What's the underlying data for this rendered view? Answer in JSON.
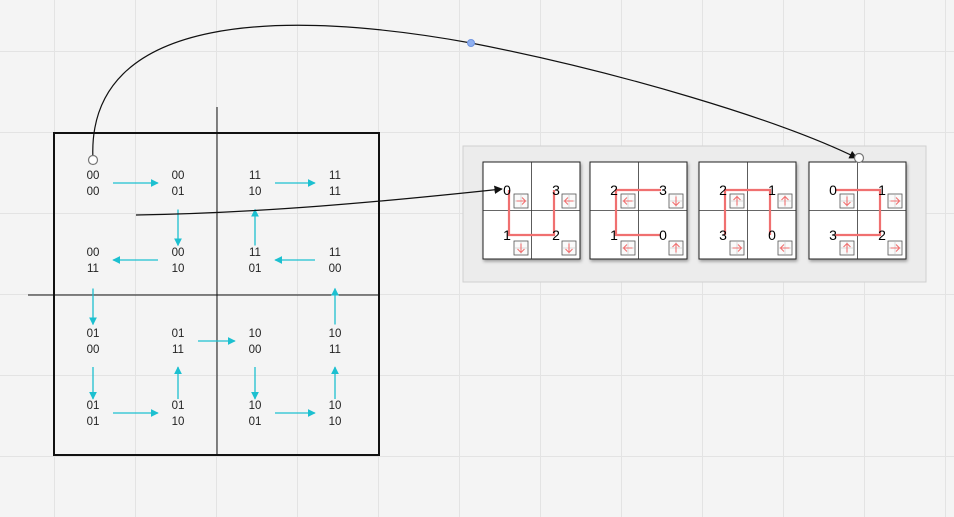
{
  "colors": {
    "arrow_teal": "#1cc0d0",
    "path_red": "#f07070",
    "frame": "#111111",
    "handle_blue": "#8fb0f0"
  },
  "grid_cells": [
    {
      "id": "c00",
      "top": "00",
      "bottom": "00"
    },
    {
      "id": "c01",
      "top": "00",
      "bottom": "01"
    },
    {
      "id": "c02",
      "top": "11",
      "bottom": "10"
    },
    {
      "id": "c03",
      "top": "11",
      "bottom": "11"
    },
    {
      "id": "c10",
      "top": "00",
      "bottom": "11"
    },
    {
      "id": "c11",
      "top": "00",
      "bottom": "10"
    },
    {
      "id": "c12",
      "top": "11",
      "bottom": "01"
    },
    {
      "id": "c13",
      "top": "11",
      "bottom": "00"
    },
    {
      "id": "c20",
      "top": "01",
      "bottom": "00"
    },
    {
      "id": "c21",
      "top": "01",
      "bottom": "11"
    },
    {
      "id": "c22",
      "top": "10",
      "bottom": "00"
    },
    {
      "id": "c23",
      "top": "10",
      "bottom": "11"
    },
    {
      "id": "c30",
      "top": "01",
      "bottom": "01"
    },
    {
      "id": "c31",
      "top": "01",
      "bottom": "10"
    },
    {
      "id": "c32",
      "top": "10",
      "bottom": "01"
    },
    {
      "id": "c33",
      "top": "10",
      "bottom": "10"
    }
  ],
  "arrows": [
    {
      "from": "c00",
      "to": "c01"
    },
    {
      "from": "c01",
      "to": "c11"
    },
    {
      "from": "c11",
      "to": "c10"
    },
    {
      "from": "c10",
      "to": "c20"
    },
    {
      "from": "c20",
      "to": "c30"
    },
    {
      "from": "c30",
      "to": "c31"
    },
    {
      "from": "c31",
      "to": "c21"
    },
    {
      "from": "c21",
      "to": "c22"
    },
    {
      "from": "c22",
      "to": "c32"
    },
    {
      "from": "c32",
      "to": "c33"
    },
    {
      "from": "c33",
      "to": "c23"
    },
    {
      "from": "c23",
      "to": "c13"
    },
    {
      "from": "c13",
      "to": "c12"
    },
    {
      "from": "c12",
      "to": "c02"
    },
    {
      "from": "c02",
      "to": "c03"
    }
  ],
  "panels": [
    {
      "id": "p1",
      "numbers": [
        "0",
        "3",
        "1",
        "2"
      ],
      "order": [
        0,
        2,
        3,
        1
      ],
      "icons": [
        "arrow-right",
        "arrow-left",
        "arrow-down",
        "arrow-down"
      ]
    },
    {
      "id": "p2",
      "numbers": [
        "2",
        "3",
        "1",
        "0"
      ],
      "order": [
        3,
        2,
        0,
        1
      ],
      "icons": [
        "arrow-left",
        "arrow-down",
        "arrow-left",
        "arrow-up"
      ]
    },
    {
      "id": "p3",
      "numbers": [
        "2",
        "1",
        "3",
        "0"
      ],
      "order": [
        3,
        1,
        0,
        2
      ],
      "icons": [
        "arrow-up",
        "arrow-up",
        "arrow-right",
        "arrow-left"
      ]
    },
    {
      "id": "p4",
      "numbers": [
        "0",
        "1",
        "3",
        "2"
      ],
      "order": [
        0,
        1,
        3,
        2
      ],
      "icons": [
        "arrow-down",
        "arrow-right",
        "arrow-up",
        "arrow-right"
      ]
    }
  ]
}
